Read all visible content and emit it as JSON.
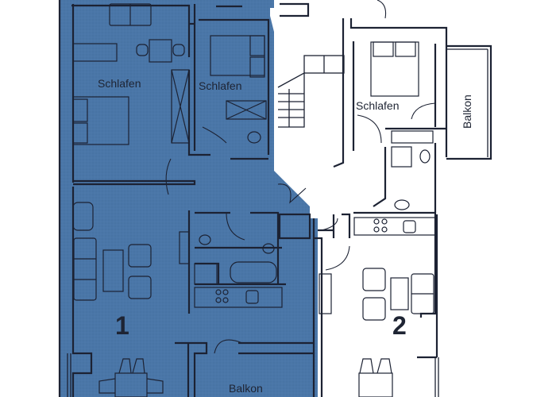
{
  "plan": {
    "colors": {
      "unit1_fill": "#4a76a8",
      "unit2_fill": "#ffffff",
      "wall": "#1c2233",
      "text": "#1e2433",
      "background": "#ffffff"
    },
    "units": [
      {
        "number": "1",
        "highlighted": true,
        "rooms": [
          {
            "label": "Schlafen",
            "type": "bedroom"
          },
          {
            "label": "Schlafen",
            "type": "bedroom"
          },
          {
            "label": "Balkon",
            "type": "balcony"
          }
        ]
      },
      {
        "number": "2",
        "highlighted": false,
        "rooms": [
          {
            "label": "Schlafen",
            "type": "bedroom"
          },
          {
            "label": "Balkon",
            "type": "balcony"
          }
        ]
      }
    ]
  }
}
